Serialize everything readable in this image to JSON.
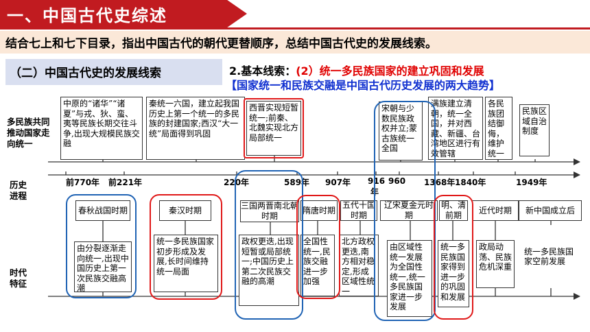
{
  "header": {
    "title": "一、中国古代史综述"
  },
  "intro": "结合七上和七下目录，指出中国古代的朝代更替顺序，总结中国古代史的发展线索。",
  "section": "（二）中国古代史的发展线索",
  "basic": {
    "prefix": "2.基本线索：",
    "highlight": "(2）统一多民族国家的建立巩固和发展"
  },
  "trend": "【国家统一和民族交融是中国古代历史发展的两大趋势】",
  "row_labels": {
    "unify": [
      "多民族共同",
      "推动国家走",
      "向统一"
    ],
    "process": [
      "历史",
      "进程"
    ],
    "feature": [
      "时代",
      "特征"
    ]
  },
  "top_boxes": [
    "中原的“诸华”“诸夏”与戎、狄、蛮、夷等民族长期交往斗争,出现大规模民族交融",
    "秦统一六国，建立起我国历史上第一个统一的多民族的封建国家;西汉“大一统”局面得到巩固",
    "西晋实现短暂统一;前秦、北魏实现北方局部统一",
    "宋朝与少数民族政权并立;蒙古族统一全国",
    "满族建立清朝，统一全国，并对西藏、新疆、台湾地区进行有效管辖",
    "各民族团结御侮，维护统一",
    "民族区域自治制度"
  ],
  "years": [
    "前770年",
    "前221年",
    "220年",
    "589年",
    "907年",
    "916",
    "年",
    "960",
    "1368年",
    "1840年",
    "1949年"
  ],
  "periods": [
    "春秋战国时期",
    "秦汉时期",
    "三国两晋南北朝时期",
    "隋唐时期",
    "五代十国时期",
    "辽宋夏金元时期",
    "明、清前期",
    "近代时期",
    "新中国成立后"
  ],
  "features": [
    "由分裂逐渐走向统一,出现中国历史上第一次民族交融高潮",
    "统一多民族国家初步形成及发展,长时间维持统一局面",
    "政权更迭,出现短暂或局部统一;中国历史上第二次民族交融的高潮",
    "全国性统一,民族交融进一步加强",
    "北方政权更迭,南方相对稳定,形成区域性统一",
    "由区域性统一发展为全国性统一,统一多民族国家进一步发展",
    "统一多民族国家得到进一步的巩固和发展",
    "政局动荡、民族危机深重",
    "统一多民族国家空前发展"
  ],
  "colors": {
    "header": "#c11b20",
    "intro_bg": "#fbe8d8",
    "section_bg": "#d9dff0",
    "blue_ring": "#1f63b4",
    "red_ring": "#e01818",
    "trend": "#1030d0"
  }
}
